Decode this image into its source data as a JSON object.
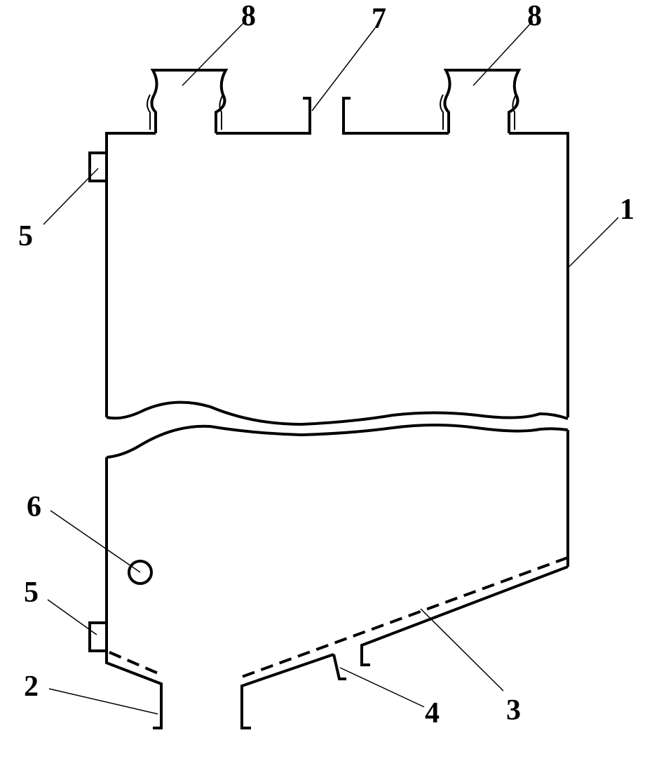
{
  "diagram": {
    "line_color": "#000000",
    "background": "#ffffff",
    "labels": {
      "body": "1",
      "left_outlet": "2",
      "perforated_plate": "3",
      "bottom_outlet": "4",
      "port_upper": "5",
      "port_lower": "5",
      "round_port": "6",
      "center_nozzle": "7",
      "nozzle_left": "8",
      "nozzle_right": "8"
    }
  }
}
